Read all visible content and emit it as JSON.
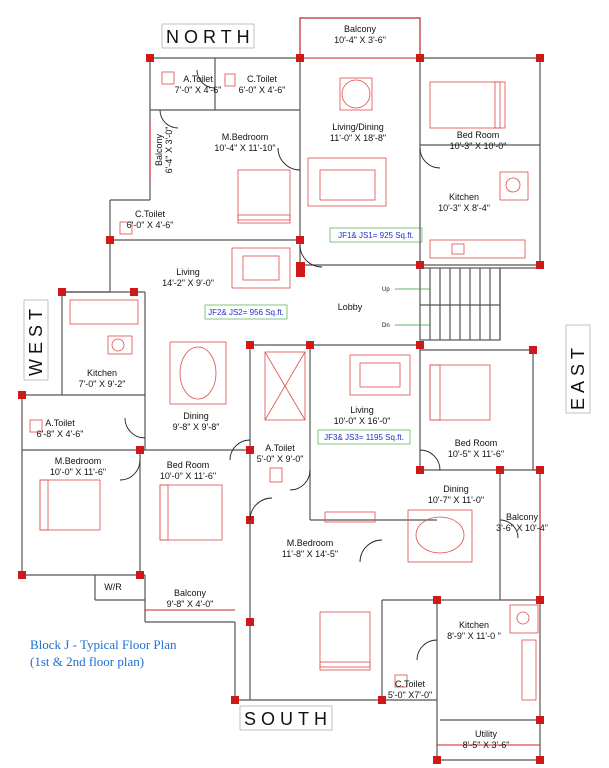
{
  "directions": {
    "north": "NORTH",
    "south": "SOUTH",
    "east": "EAST",
    "west": "WEST"
  },
  "title": {
    "line1": "Block J - Typical Floor Plan",
    "line2": "(1st & 2nd floor plan)"
  },
  "areas": {
    "jf1": "JF1& JS1= 925 Sq.ft.",
    "jf2": "JF2& JS2= 956 Sq.ft.",
    "jf3": "JF3& JS3= 1195 Sq.ft."
  },
  "stairs": {
    "up": "Up",
    "dn": "Dn"
  },
  "wr": "W/R",
  "rooms": [
    {
      "key": "balcony_top",
      "name": "Balcony",
      "size": "10'-4\" X 3'-6\""
    },
    {
      "key": "atoilet1",
      "name": "A.Toilet",
      "size": "7'-0\" X 4'-6\""
    },
    {
      "key": "ctoilet1",
      "name": "C.Toilet",
      "size": "6'-0\" X 4'-6\""
    },
    {
      "key": "living_dining1",
      "name": "Living/Dining",
      "size": "11'-0\" X 18'-8\""
    },
    {
      "key": "bedroom1",
      "name": "Bed Room",
      "size": "10'-3\" X 10'-0\""
    },
    {
      "key": "mbedroom1",
      "name": "M.Bedroom",
      "size": "10'-4\" X 11'-10\""
    },
    {
      "key": "balcony_left",
      "name": "Balcony",
      "size": "6'-4\" X 3'-0\""
    },
    {
      "key": "kitchen1",
      "name": "Kitchen",
      "size": "10'-3\" X 8'-4\""
    },
    {
      "key": "ctoilet2",
      "name": "C.Toilet",
      "size": "6'-0\" X 4'-6\""
    },
    {
      "key": "living2",
      "name": "Living",
      "size": "14'-2\" X 9'-0\""
    },
    {
      "key": "lobby",
      "name": "Lobby",
      "size": ""
    },
    {
      "key": "kitchen2",
      "name": "Kitchen",
      "size": "7'-0\" X 9'-2\""
    },
    {
      "key": "living3",
      "name": "Living",
      "size": "10'-0\" X 16'-0\""
    },
    {
      "key": "dining2",
      "name": "Dining",
      "size": "9'-8\" X 9'-8\""
    },
    {
      "key": "atoilet2",
      "name": "A.Toilet",
      "size": "6'-8\" X 4'-6\""
    },
    {
      "key": "bedroom3",
      "name": "Bed Room",
      "size": "10'-5\" X 11'-6\""
    },
    {
      "key": "atoilet3",
      "name": "A.Toilet",
      "size": "5'-0\" X 9'-0\""
    },
    {
      "key": "mbedroom2",
      "name": "M.Bedroom",
      "size": "10'-0\" X 11'-6\""
    },
    {
      "key": "bedroom2",
      "name": "Bed Room",
      "size": "10'-0\" X 11'-6\""
    },
    {
      "key": "dining3",
      "name": "Dining",
      "size": "10'-7\" X 11'-0\""
    },
    {
      "key": "balcony_right",
      "name": "Balcony",
      "size": "3'-6\" X 10'-4\""
    },
    {
      "key": "mbedroom3",
      "name": "M.Bedroom",
      "size": "11'-8\" X 14'-5\""
    },
    {
      "key": "balcony_bottom",
      "name": "Balcony",
      "size": "9'-8\" X 4'-0\""
    },
    {
      "key": "kitchen3",
      "name": "Kitchen",
      "size": "8'-9\" X 11'-0 \""
    },
    {
      "key": "ctoilet3",
      "name": "C.Toilet",
      "size": "5'-0\" X7'-0\""
    },
    {
      "key": "utility",
      "name": "Utility",
      "size": "8'-5\" X 3'-6\""
    }
  ]
}
